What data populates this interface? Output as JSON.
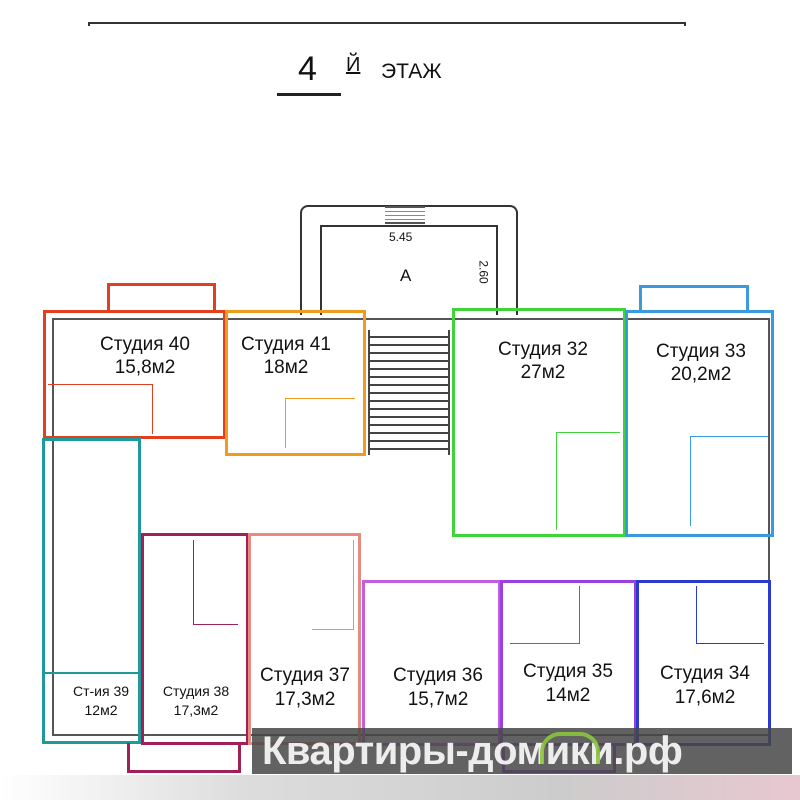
{
  "header": {
    "floor_number": "4",
    "floor_suffix": "Й",
    "floor_word": "ЭТАЖ"
  },
  "stair_room": {
    "label": "А",
    "width_dim": "5.45",
    "height_dim": "2.60"
  },
  "rooms": [
    {
      "id": "40",
      "name": "Студия 40",
      "area": "15,8м2",
      "color": "#e0401e"
    },
    {
      "id": "41",
      "name": "Студия 41",
      "area": "18м2",
      "color": "#f09a1e"
    },
    {
      "id": "32",
      "name": "Студия 32",
      "area": "27м2",
      "color": "#3ed43a"
    },
    {
      "id": "33",
      "name": "Студия 33",
      "area": "20,2м2",
      "color": "#3a9ae0"
    },
    {
      "id": "39",
      "name": "Ст-ия 39",
      "area": "12м2",
      "color": "#1e9a9a"
    },
    {
      "id": "38",
      "name": "Студия 38",
      "area": "17,3м2",
      "color": "#a0205a"
    },
    {
      "id": "37",
      "name": "Студия 37",
      "area": "17,3м2",
      "color": "#e88a80"
    },
    {
      "id": "36",
      "name": "Студия 36",
      "area": "15,7м2",
      "color": "#c060e0"
    },
    {
      "id": "35",
      "name": "Студия 35",
      "area": "14м2",
      "color": "#9a40e0"
    },
    {
      "id": "34",
      "name": "Студия 34",
      "area": "17,6м2",
      "color": "#2a3ad0"
    }
  ],
  "watermark": {
    "text": "Квартиры-домики.рф",
    "logo_color": "#8cc63f"
  }
}
